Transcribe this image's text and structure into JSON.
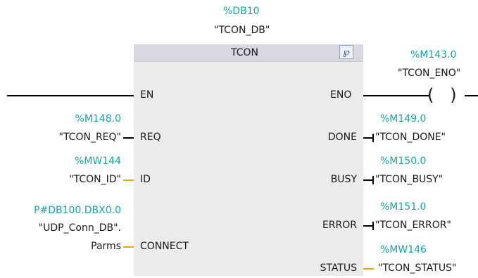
{
  "instance": {
    "address": "%DB10",
    "name": "\"TCON_DB\""
  },
  "block": {
    "title": "TCON",
    "icon": "stethoscope-icon"
  },
  "pins_in": {
    "en": "EN",
    "req": "REQ",
    "id": "ID",
    "connect": "CONNECT"
  },
  "pins_out": {
    "eno": "ENO",
    "done": "DONE",
    "busy": "BUSY",
    "error": "ERROR",
    "status": "STATUS"
  },
  "inputs": {
    "req": {
      "address": "%M148.0",
      "name": "\"TCON_REQ\""
    },
    "id": {
      "address": "%MW144",
      "name": "\"TCON_ID\""
    },
    "connect": {
      "address": "P#DB100.DBX0.0",
      "name_line1": "\"UDP_Conn_DB\".",
      "name_line2": "Parms"
    }
  },
  "outputs": {
    "eno": {
      "address": "%M143.0",
      "name": "\"TCON_ENO\""
    },
    "done": {
      "address": "%M149.0",
      "name": "\"TCON_DONE\""
    },
    "busy": {
      "address": "%M150.0",
      "name": "\"TCON_BUSY\""
    },
    "error": {
      "address": "%M151.0",
      "name": "\"TCON_ERROR\""
    },
    "status": {
      "address": "%MW146",
      "name": "\"TCON_STATUS\""
    }
  },
  "colors": {
    "address": "#1aa3a3",
    "bool_wire": "#000000",
    "word_wire": "#f5a300",
    "block_body": "#ebebeb",
    "block_header": "#d8d8e0"
  }
}
